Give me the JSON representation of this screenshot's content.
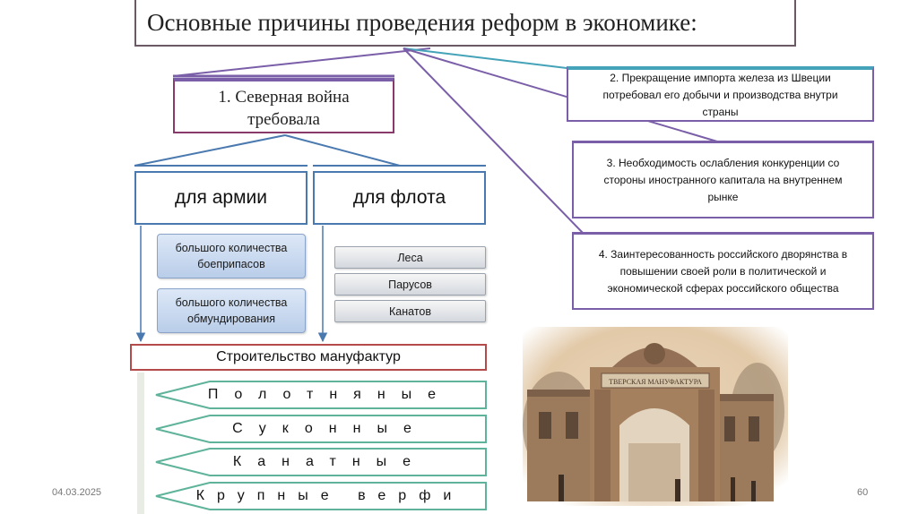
{
  "title": "Основные причины  проведения реформ в экономике:",
  "war": {
    "line1": "1. Северная война",
    "line2": "требовала"
  },
  "branches": {
    "army": "для армии",
    "fleet": "для флота"
  },
  "army_needs": [
    {
      "line1": "большого количества",
      "line2": "боеприпасов"
    },
    {
      "line1": "большого количества",
      "line2": "обмундирования"
    }
  ],
  "fleet_needs": [
    "Леса",
    "Парусов",
    "Канатов"
  ],
  "manufacturing": "Строительство мануфактур",
  "manufactory_types": [
    "Полотняные",
    "Суконные",
    "Канатные",
    "Крупные верфи"
  ],
  "reasons": [
    {
      "lines": [
        "2. Прекращение импорта железа из Швеции",
        "потребовал его добычи и производства внутри",
        "страны"
      ]
    },
    {
      "lines": [
        "3. Необходимость ослабления конкуренции со",
        "стороны иностранного капитала на внутреннем",
        "рынке"
      ]
    },
    {
      "lines": [
        "4. Заинтересованность российского дворянства в",
        "повышении своей роли в политической и",
        "экономической сферах  российского общества"
      ]
    }
  ],
  "photo": {
    "sign": "ТВЕРСКАЯ МАНУФАКТУРА"
  },
  "footer": {
    "date": "04.03.2025",
    "page": "60"
  },
  "colors": {
    "purple": "#7a5fa8",
    "teal": "#44a3b8",
    "blue": "#4a79b0",
    "red": "#b44a4a",
    "arrow_border": "#5fb39a"
  }
}
